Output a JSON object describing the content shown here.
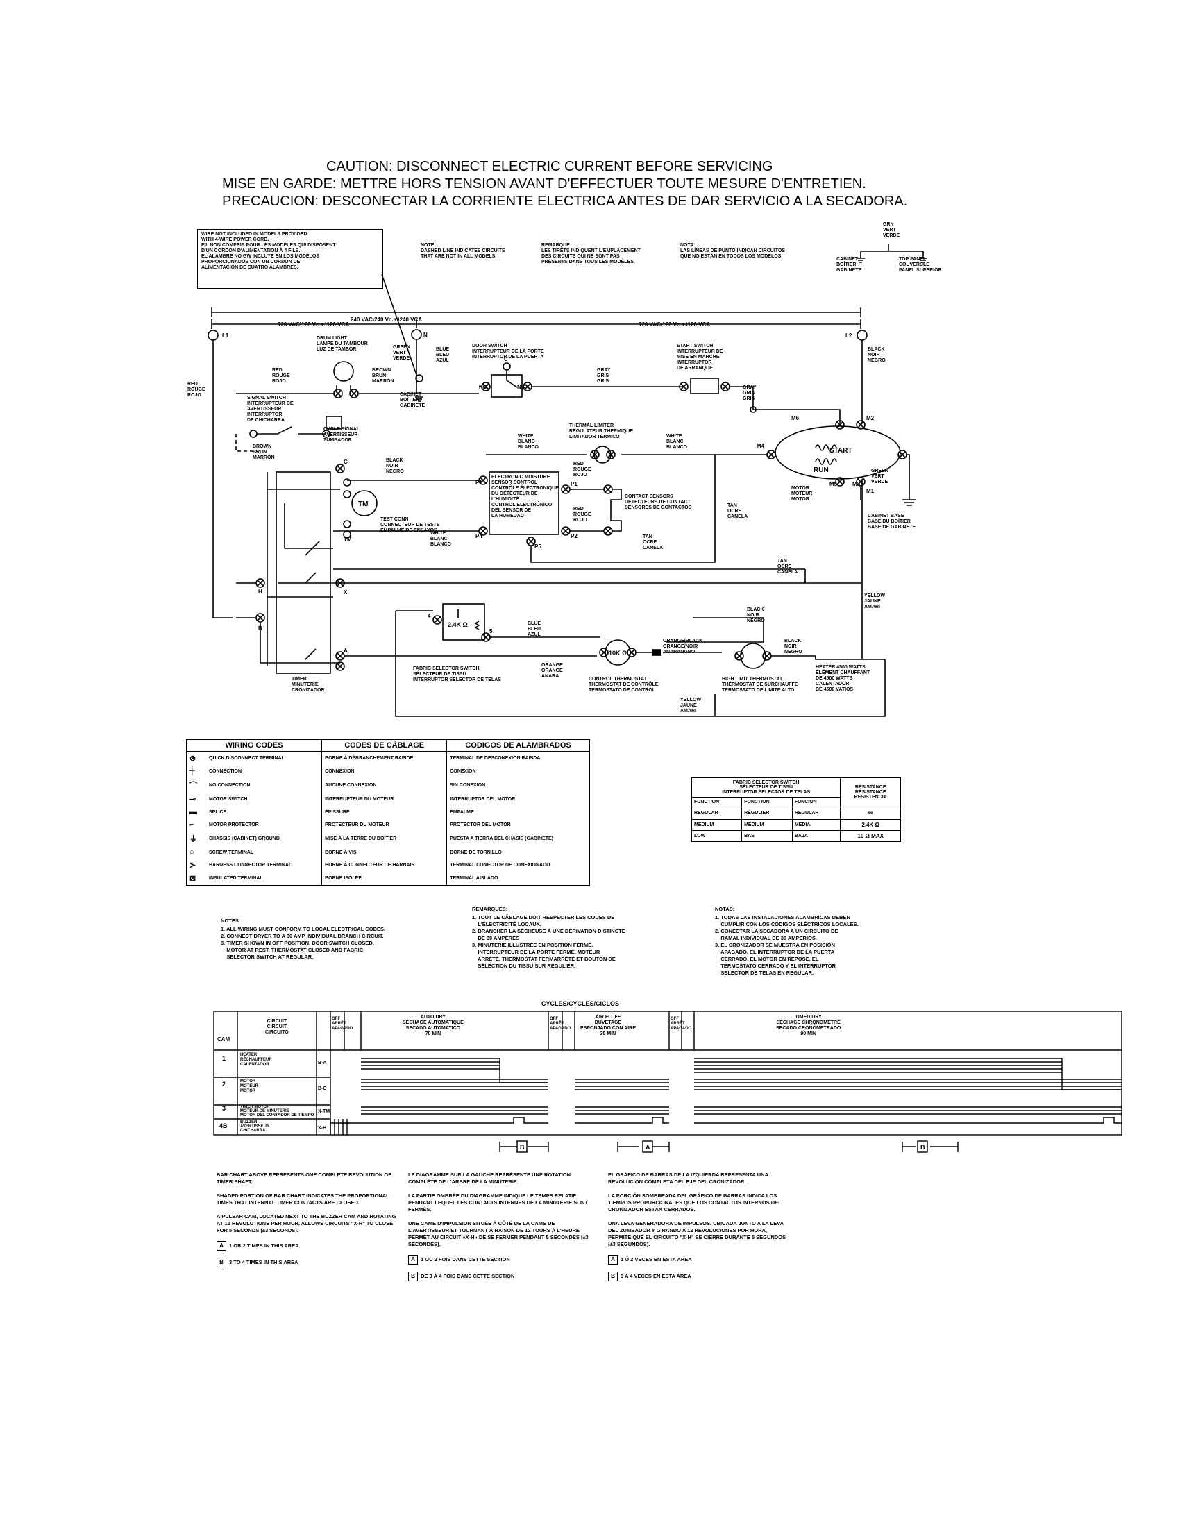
{
  "caution": {
    "en": "CAUTION: DISCONNECT ELECTRIC CURRENT BEFORE SERVICING",
    "fr": "MISE EN GARDE: METTRE HORS TENSION AVANT D'EFFECTUER TOUTE MESURE D'ENTRETIEN.",
    "es": "PRECAUCION: DESCONECTAR LA CORRIENTE ELECTRICA  ANTES DE DAR SERVICIO A LA SECADORA."
  },
  "top_notes": {
    "box": "WIRE NOT INCLUDED IN MODELS PROVIDED\nWITH 4-WIRE POWER CORD.\nFIL NON COMPRIS POUR LES MODÈLES QUI DISPOSENT\nD'UN CORDON D'ALIMENTATION À 4 FILS.\nEL ALAMBRE NO GW INCLUYE EN LOS MODELOS\nPROPORCIONADOS CON UN CORDÓN DE\nALIMENTACIÓN DE CUATRO ALAMBRES.",
    "note_en": "NOTE:\nDASHED LINE INDICATES CIRCUITS\nTHAT ARE NOT IN ALL MODELS.",
    "note_fr": "REMARQUE:\nLES TIRETS INDIQUENT L'EMPLACEMENT\nDES CIRCUITS QUI NE SONT PAS\nPRÉSENTS DANS TOUS LES MODÈLES.",
    "note_es": "NOTA:\nLAS LÍNEAS DE PUNTO INDICAN CIRCUITOS\nQUE NO ESTÁN EN TODOS LOS MODELOS.",
    "ground": "GRN\nVERT\nVERDE",
    "cabinet": "CABINET\nBOÎTIER\nGABINETE",
    "top_panel": "TOP PANEL\nCOUVERCLE\nPANEL SUPERIOR"
  },
  "schematic": {
    "v240": "240 VAC\\240 Vc.a.\\240 VCA",
    "v120_left": "120 VAC\\120 Vc.a.\\120 VCA",
    "v120_right": "120 VAC\\120 Vc.a.\\120 VCA",
    "l1": "L1",
    "l2": "L2",
    "n": "N",
    "drum_light": "DRUM LIGHT\nLAMPE DU TAMBOUR\nLUZ DE TAMBOR",
    "green_wire": "GREEN\nVERT\nVERDE",
    "red_left": "RED\nROUGE\nROJO",
    "red_rail": "RED\nROUGE\nROJO",
    "brown": "BROWN\nBRUN\nMARRÓN",
    "cabinet_left": "CABINET\nBOÎTIER\nGABINETE",
    "blue_top": "BLUE\nBLEU\nAZUL",
    "door_switch": "DOOR SWITCH\nINTERRUPTEUR DE LA PORTE\nINTERRUPTOR DE LA PUERTA",
    "gray_mid": "GRAY\nGRIS\nGRIS",
    "gray_right": "GRAY\nGRIS\nGRIS",
    "start_switch": "START SWITCH\nINTERRUPTEUR DE\nMISE EN MARCHE\nINTERRUPTOR\nDE ARRANQUE",
    "black_l2": "BLACK\nNOIR\nNEGRO",
    "signal_switch": "SIGNAL SWITCH\nINTERRUPTEUR DE\nAVERTISSEUR\nINTERRUPTOR\nDE CHICHARRA",
    "cycle_signal": "CYCLE SIGNAL\nAVERTISSEUR\nZUMBADOR",
    "brown2": "BROWN\nBRUN\nMARRÓN",
    "thermal_limiter": "THERMAL LIMITER\nRÉGULATEUR THERMIQUE\nLIMITADOR TÉRMICO",
    "white1": "WHITE\nBLANC\nBLANCO",
    "white2": "WHITE\nBLANC\nBLANCO",
    "white3": "WHITE\nBLANC\nBLANCO",
    "start": "START",
    "run": "RUN",
    "motor": "MOTOR\nMOTEUR\nMOTOR",
    "m1": "M1",
    "m2": "M2",
    "m3": "M3",
    "m4": "M4",
    "m5": "M5",
    "m6": "M6",
    "green_right": "GREEN\nVERT\nVERDE",
    "cabinet_base": "CABINET BASE\nBASE DU BOÎTIER\nBASE DE GABINETE",
    "black_mid": "BLACK\nNOIR\nNEGRO",
    "electronic_control": "ELECTRONIC MOISTURE\nSENSOR CONTROL\nCONTRÔLE ÉLECTRONIQUE\nDU DÉTECTEUR DE\nL'HUMIDITÉ\nCONTROL ELECTRÓNICO\nDEL SENSOR DE\nLA HUMEDAD",
    "p1": "P1",
    "p2": "P2",
    "p3": "P3",
    "p4": "P4",
    "p5": "P5",
    "red_p1": "RED\nROUGE\nROJO",
    "red_p2": "RED\nROUGE\nROJO",
    "contact_sensors": "CONTACT SENSORS\nDÉTECTEURS DE CONTACT\nSENSORES DE CONTACTOS",
    "test_conn": "TEST CONN\nCONNECTEUR DE TESTS\nEMPALME DE ENSAYOS",
    "tm": "TM",
    "tan1": "TAN\nOCRE\nCANELA",
    "tan2": "TAN\nOCRE\nCANELA",
    "tan3": "TAN\nOCRE\nCANELA",
    "yellow_right": "YELLOW\nJAUNE\nAMARI",
    "yellow_bottom": "YELLOW\nJAUNE\nAMARI",
    "t_c": "C",
    "t_h": "H",
    "t_b": "B",
    "t_x": "X",
    "t_a": "A",
    "t_tm": "TM",
    "timer": "TIMER\nMINUTERIE\nCRONIZADOR",
    "res_24k": "2.4K Ω",
    "res_10k": "10K Ω",
    "fabric_sw": "FABRIC SELECTOR SWITCH\nSÉLECTEUR DE TISSU\nINTERRUPTOR SELECTOR DE TELAS",
    "blue_low": "BLUE\nBLEU\nAZUL",
    "orange1": "ORANGE\nORANGE\nANARA",
    "orange_black": "ORANGE/BLACK\nORANGE/NOIR\nANARANGRO",
    "control_thermo": "CONTROL THERMOSTAT\nTHERMOSTAT DE CONTRÔLE\nTERMOSTATO DE CONTROL",
    "black_low": "BLACK\nNOIR\nNEGRO",
    "black_low2": "BLACK\nNOIR\nNEGRO",
    "hi_limit": "HIGH LIMIT THERMOSTAT\nTHERMOSTAT DE SURCHAUFFE\nTERMOSTATO DE LIMITE ALTO",
    "heater": "HEATER 4500 WATTS\nÉLÉMENT CHAUFFANT\nDE 4500 WATTS\nCALENTADOR\nDE 4500 VATIOS",
    "no": "NO",
    "nc": "NC",
    "nc2": "NC",
    "c": "C",
    "t4": "4",
    "t5": "5"
  },
  "wiring_codes": {
    "headers": [
      "WIRING CODES",
      "CODES DE CÂBLAGE",
      "CODIGOS DE ALAMBRADOS"
    ],
    "rows": [
      {
        "sym": "⊗",
        "en": "QUICK DISCONNECT TERMINAL",
        "fr": "BORNE À DÉBRANCHEMENT RAPIDE",
        "es": "TERMINAL DE DESCONEXION RAPIDA"
      },
      {
        "sym": "┼",
        "en": "CONNECTION",
        "fr": "CONNEXION",
        "es": "CONEXION"
      },
      {
        "sym": "⌒",
        "en": "NO CONNECTION",
        "fr": "AUCUNE CONNEXION",
        "es": "SIN CONEXION"
      },
      {
        "sym": "⊸",
        "en": "MOTOR SWITCH",
        "fr": "INTERRUPTEUR DU MOTEUR",
        "es": "INTERRUPTOR DEL MOTOR"
      },
      {
        "sym": "▬",
        "en": "SPLICE",
        "fr": "ÉPISSURE",
        "es": "EMPALME"
      },
      {
        "sym": "⌐",
        "en": "MOTOR PROTECTOR",
        "fr": "PROTECTEUR DU MOTEUR",
        "es": "PROTECTOR DEL MOTOR"
      },
      {
        "sym": "⏚",
        "en": "CHASSIS (CABINET) GROUND",
        "fr": "MISE À LA TERRE DU BOÎTIER",
        "es": "PUESTA A TIERRA DEL CHASIS (GABINETE)"
      },
      {
        "sym": "○",
        "en": "SCREW TERMINAL",
        "fr": "BORNE À VIS",
        "es": "BORNE DE TORNILLO"
      },
      {
        "sym": "≻",
        "en": "HARNESS CONNECTOR TERMINAL",
        "fr": "BORNE À CONNECTEUR DE HARNAIS",
        "es": "TERMINAL CONECTOR DE CONEXIONADO"
      },
      {
        "sym": "⊠",
        "en": "INSULATED TERMINAL",
        "fr": "BORNE ISOLÉE",
        "es": "TERMINAL AISLADO"
      }
    ]
  },
  "fabric_table": {
    "title": "FABRIC SELECTOR SWITCH\nSÉLECTEUR DE TISSU\nINTERRUPTOR SELECTOR DE TELAS",
    "res_header": "RESISTANCE\nRÉSISTANCE\nRESISTENCIA",
    "cols": [
      "FUNCTION",
      "FONCTION",
      "FUNCION"
    ],
    "rows": [
      {
        "en": "REGULAR",
        "fr": "RÉGULIER",
        "es": "REGULAR",
        "r": "∞"
      },
      {
        "en": "MEDIUM",
        "fr": "MÉDIUM",
        "es": "MEDIA",
        "r": "2.4K Ω"
      },
      {
        "en": "LOW",
        "fr": "BAS",
        "es": "BAJA",
        "r": "10 Ω MAX"
      }
    ]
  },
  "notes": {
    "en_title": "NOTES:",
    "en": [
      "1. ALL WIRING MUST CONFORM TO LOCAL ELECTRICAL CODES.",
      "2. CONNECT DRYER TO A 30 AMP INDIVIDUAL BRANCH CIRCUIT.",
      "3. TIMER SHOWN IN OFF POSITION, DOOR SWITCH CLOSED,",
      "    MOTOR AT REST, THERMOSTAT CLOSED AND FABRIC",
      "    SELECTOR SWITCH AT REGULAR."
    ],
    "fr_title": "REMARQUES:",
    "fr": [
      "1. TOUT LE CÂBLAGE DOIT RESPECTER LES CODES DE",
      "    L'ÉLECTRICITÉ LOCAUX.",
      "2. BRANCHER LA SÉCHEUSE À UNE DÉRIVATION DISTINCTE",
      "    DE 30 AMPÈRES",
      "3. MINUTERIE ILLUSTRÉE EN POSITION FERMÉ,",
      "    INTERRUPTEUR DE LA PORTE FERMÉ, MOTEUR",
      "    ARRÊTÉ, THERMOSTAT FERMARRÊTÉ ET BOUTON DE",
      "    SÉLECTION DU TISSU SUR RÉGULIER."
    ],
    "es_title": "NOTAS:",
    "es": [
      "1. TODAS LAS INSTALACIONES ALAMBRICAS DEBEN",
      "    CUMPLIR CON LOS CÓDIGOS ELÉCTRICOS LOCALES.",
      "2. CONECTAR LA SECADORA A UN CIRCUITO DE",
      "    RAMAL INDIVIDUAL DE 30 AMPERIOS.",
      "3. EL CRONIZADOR SE MUESTRA EN POSICIÓN",
      "    APAGADO, EL INTERRUPTOR DE LA PUERTA",
      "    CERRADO, EL MOTOR EN REPOSE, EL",
      "    TERMOSTATO CERRADO Y EL INTERRUPTOR",
      "    SELECTOR DE TELAS EN REGULAR."
    ]
  },
  "cycles": {
    "title": "CYCLES/CYCLES/CICLOS",
    "cam": "CAM",
    "circuit": "CIRCUIT\nCIRCUIT\nCIRCUITO",
    "off": "OFF\nARRÊT\nAPAGADO",
    "auto_dry": "AUTO DRY\nSÉCHAGE AUTOMATIQUE\nSECADO AUTOMATICO\n70 MIN",
    "air_fluff": "AIR FLUFF\nDUVETAGE\nESPONJADO CON AIRE\n35 MIN",
    "timed_dry": "TIMED DRY\nSÉCHAGE CHRONOMÉTRÉ\nSECADO CRONÓMETRADO\n90 MIN",
    "rows": [
      {
        "cam": "1",
        "name": "HEATER\nRÉCHAUFFEUR\nCALENTADOR",
        "code": "B-A"
      },
      {
        "cam": "2",
        "name": "MOTOR\nMOTEUR\nMOTOR",
        "code": "B-C"
      },
      {
        "cam": "3",
        "name": "TIMER MOTOR\nMOTEUR DE MINUTERIE\nMOTOR DEL CONTADOR DE TIEMPO",
        "code": "X-TM"
      },
      {
        "cam": "4B",
        "name": "BUZZER\nAVERTISSEUR\nCHICHARRA",
        "code": "X-H"
      }
    ],
    "marker_a": "A",
    "marker_b": "B"
  },
  "footer": {
    "en": [
      "BAR CHART ABOVE REPRESENTS ONE COMPLETE REVOLUTION OF TIMER SHAFT.",
      "SHADED PORTION OF BAR CHART INDICATES THE PROPORTIONAL TIMES THAT INTERNAL TIMER CONTACTS ARE CLOSED.",
      "A PULSAR CAM, LOCATED NEXT TO THE BUZZER CAM AND ROTATING AT 12 REVOLUTIONS PER HOUR, ALLOWS CIRCUITS \"X-H\" TO CLOSE FOR 5 SECONDS (±3 SECONDS)."
    ],
    "fr": [
      "LE DIAGRAMME SUR LA GAUCHE REPRÉSENTE UNE ROTATION COMPLÈTE DE L'ARBRE DE LA MINUTERIE.",
      "LA PARTIE OMBRÉE DU DIAGRAMME INDIQUE LE TEMPS RELATIF PENDANT LEQUEL LES CONTACTS INTERNES DE LA MINUTERIE SONT FERMÉS.",
      "UNE CAME D'IMPULSION SITUÉE À CÔTÉ DE LA CAME DE L'AVERTISSEUR ET TOURNANT À RAISON DE 12 TOURS À L'HEURE PERMET AU CIRCUIT «X-H» DE SE FERMER PENDANT 5 SECONDES (±3 SECONDES)."
    ],
    "es": [
      "EL GRÁFICO DE BARRAS DE LA IZQUIERDA REPRESENTA UNA REVOLUCIÓN COMPLETA DEL EJE DEL CRONIZADOR.",
      "LA PORCIÓN SOMBREADA DEL GRÁFICO DE BARRAS INDICA LOS TIEMPOS PROPORCIONALES QUE LOS CONTACTOS INTERNOS DEL CRONIZADOR ESTÁN CERRADOS.",
      "UNA LEVA GENERADORA DE IMPULSOS, UBICADA JUNTO A LA LEVA DEL ZUMBADOR Y GIRANDO A 12 REVOLUCIONES POR HORA, PERMITE QUE EL CIRCUITO \"X-H\" SE CIERRE DURANTE 5 SEGUNDOS (±3 SEGUNDOS)."
    ],
    "a_en": "1 OR 2 TIMES IN THIS AREA",
    "b_en": "3 TO 4 TIMES IN THIS AREA",
    "a_fr": "1 OU 2 FOIS DANS CETTE SECTION",
    "b_fr": "DE 3 À 4 FOIS DANS CETTE SECTION",
    "a_es": "1 Ó 2 VECES EN ESTA AREA",
    "b_es": "3 A 4 VECES EN ESTA AREA"
  }
}
